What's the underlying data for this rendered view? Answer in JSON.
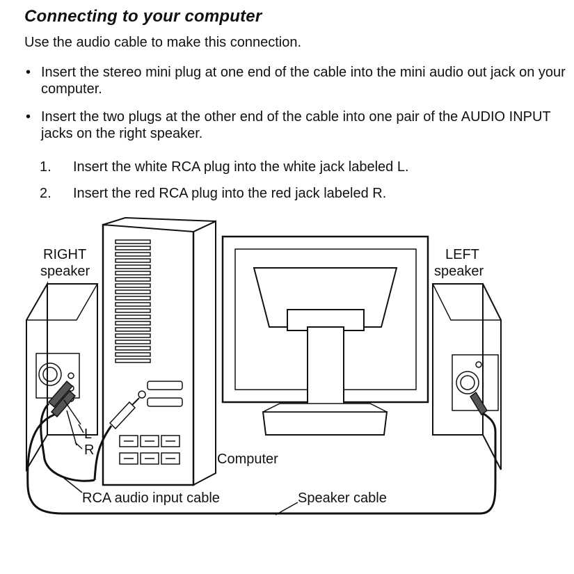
{
  "section": {
    "title": "Connecting to your computer",
    "intro": "Use the audio cable to make this connection."
  },
  "bullets": [
    "Insert the stereo mini plug at one end of the cable into the mini audio out jack on your computer.",
    "Insert the two plugs at the other end of the cable into one pair of the AUDIO INPUT jacks on the right speaker."
  ],
  "steps": [
    {
      "number": "1.",
      "text": "Insert the white RCA plug into the white jack labeled L."
    },
    {
      "number": "2.",
      "text": "Insert the red RCA plug into the red jack labeled R."
    }
  ],
  "diagram": {
    "labels": {
      "right_speaker_1": "RIGHT",
      "right_speaker_2": "speaker",
      "left_speaker_1": "LEFT",
      "left_speaker_2": "speaker",
      "jack_l": "L",
      "jack_r": "R",
      "computer": "Computer",
      "rca_cable": "RCA audio input cable",
      "speaker_cable": "Speaker cable"
    }
  }
}
